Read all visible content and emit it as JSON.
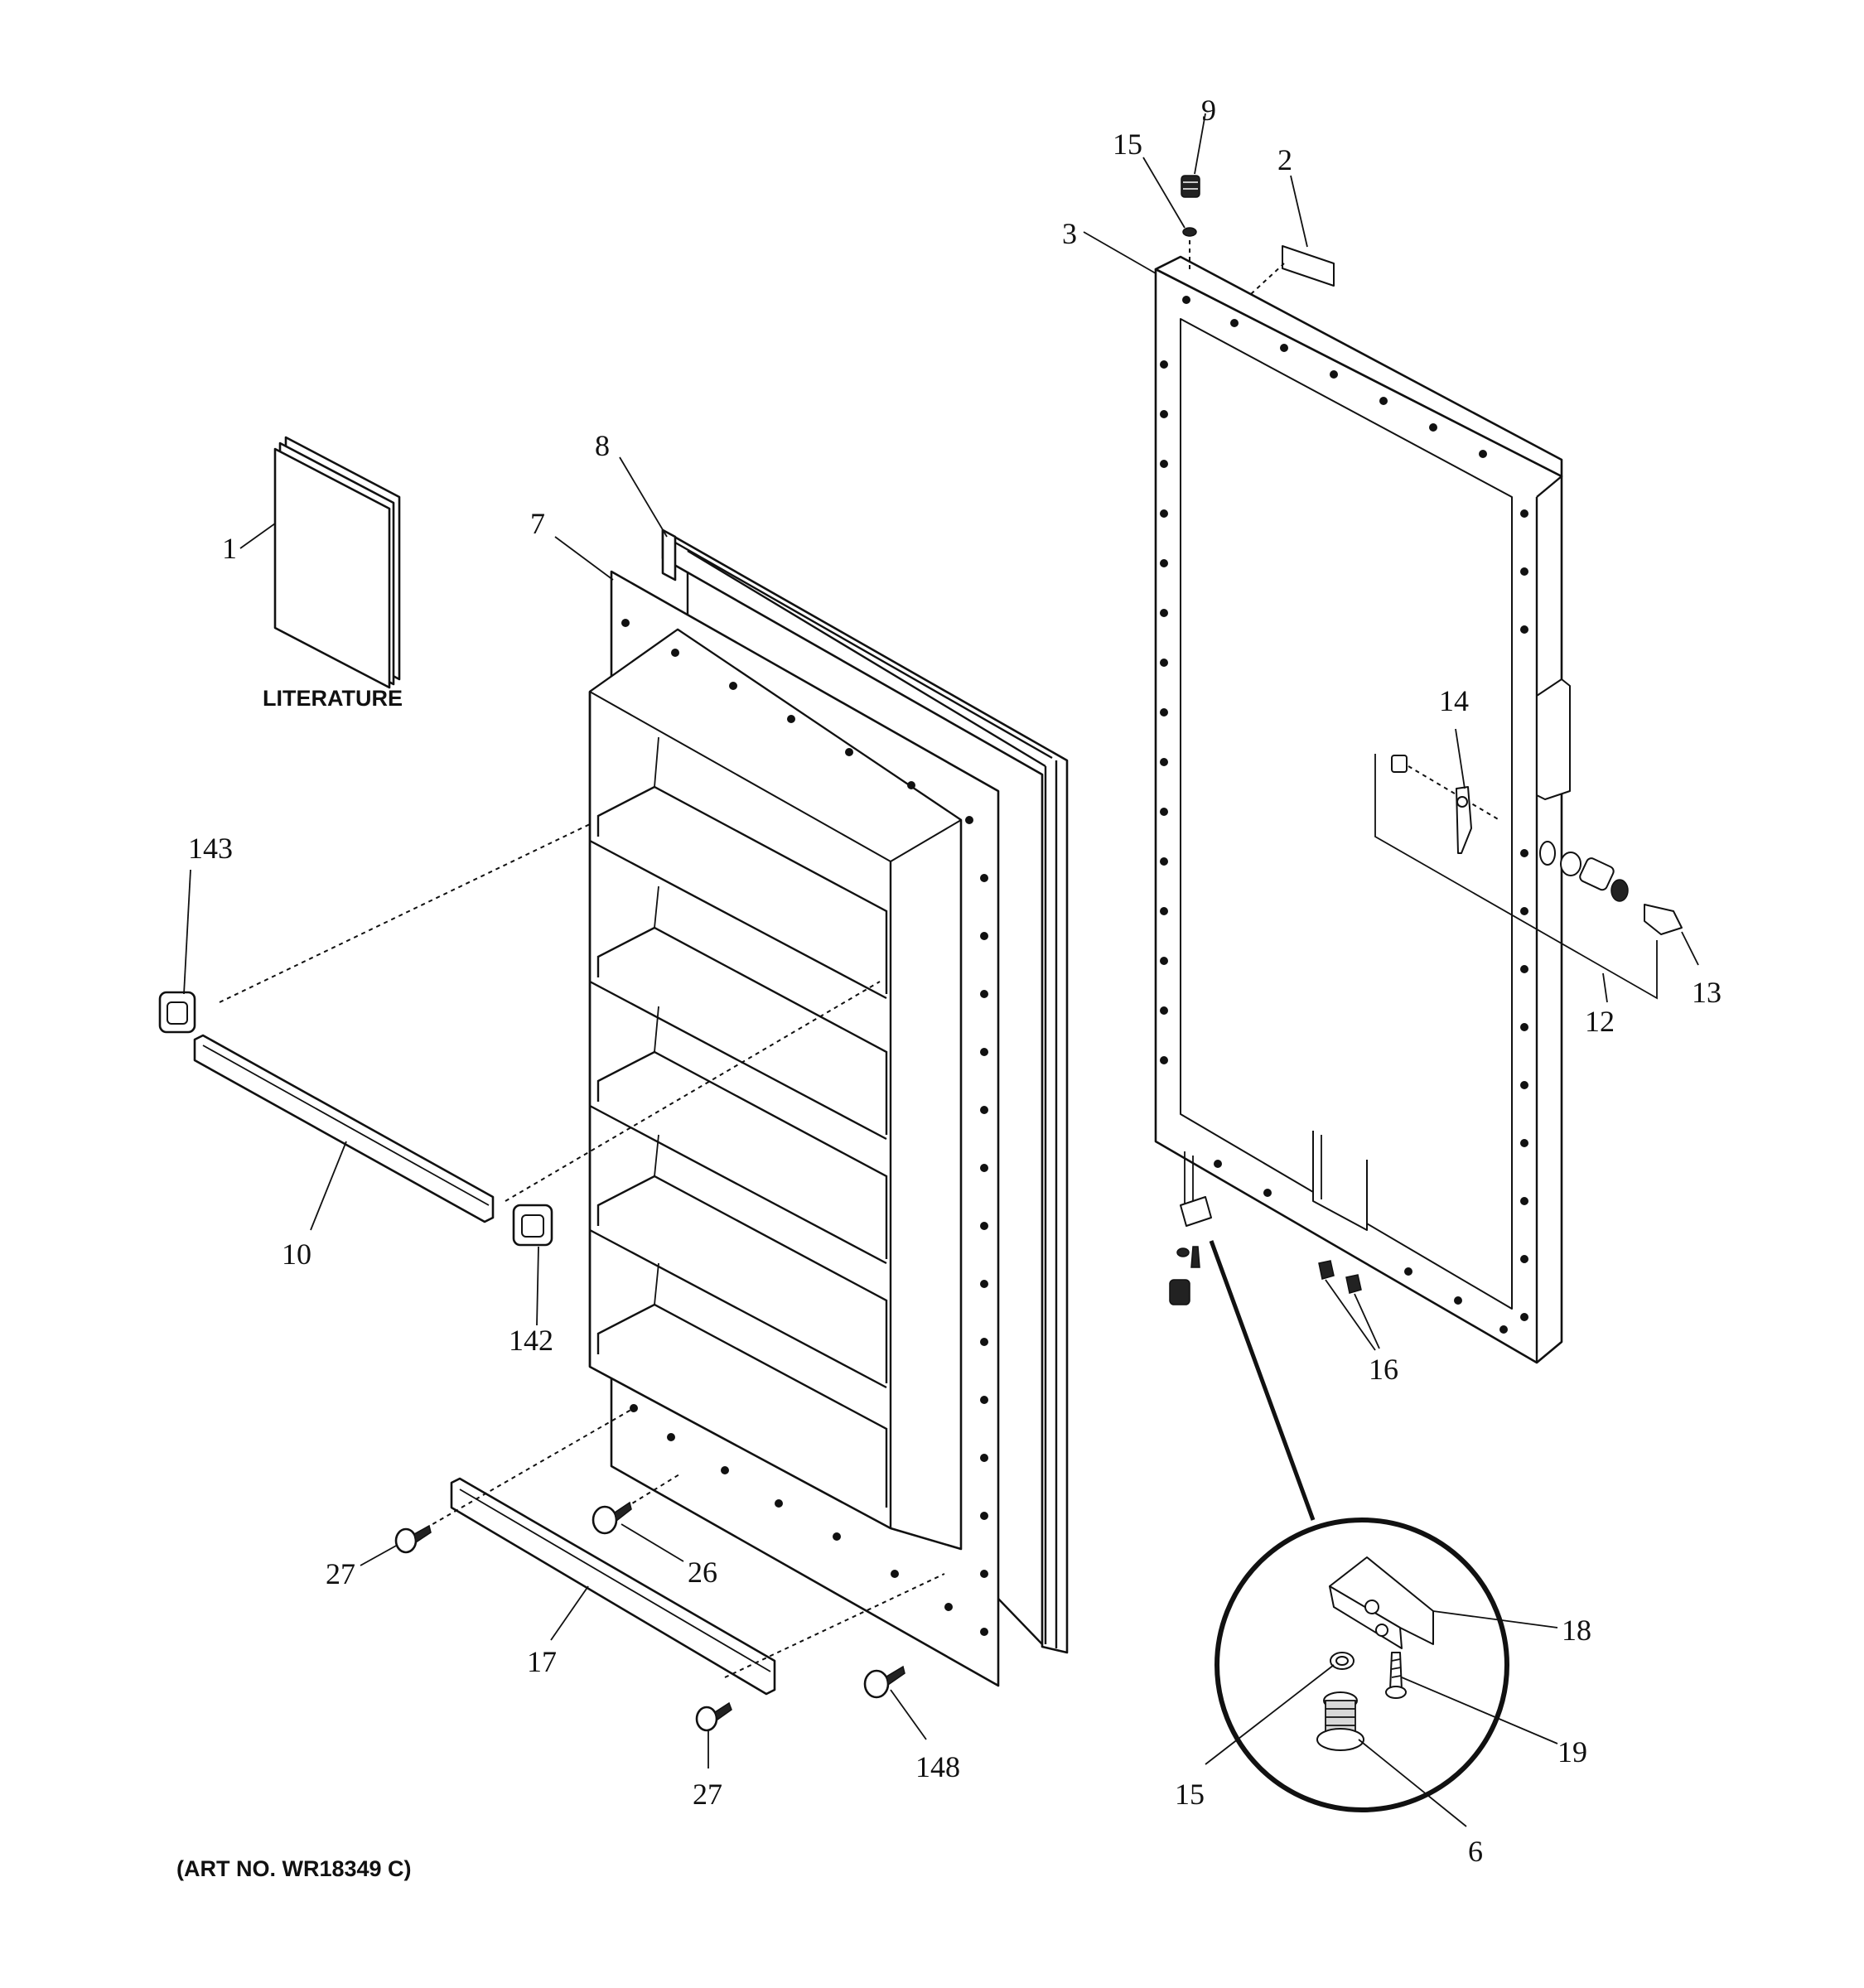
{
  "diagram": {
    "literature_label": "LITERATURE",
    "art_number": "(ART NO. WR18349 C)",
    "callouts": {
      "c1": "1",
      "c2": "2",
      "c3": "3",
      "c6": "6",
      "c7": "7",
      "c8": "8",
      "c9": "9",
      "c10": "10",
      "c12": "12",
      "c13": "13",
      "c14": "14",
      "c15_top": "15",
      "c15_detail": "15",
      "c16": "16",
      "c17": "17",
      "c18": "18",
      "c19": "19",
      "c26": "26",
      "c27_left": "27",
      "c27_bottom": "27",
      "c142": "142",
      "c143": "143",
      "c148": "148"
    }
  }
}
